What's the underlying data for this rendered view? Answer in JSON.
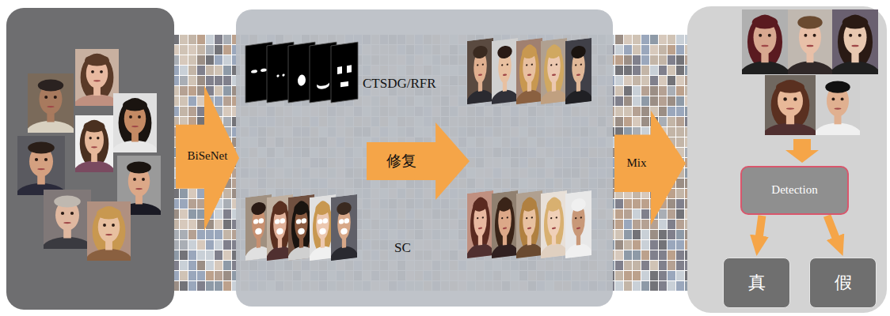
{
  "diagram": {
    "nodes": [
      {
        "text": [
          "BiSeNet"
        ]
      },
      {
        "text": [
          "CTSDG/RFR",
          "SC"
        ]
      },
      {
        "text": [
          "修复"
        ],
        "in": 1
      },
      {
        "text": [
          "Mix"
        ]
      },
      {
        "text": [
          "Detection"
        ]
      },
      {
        "text": [
          "真"
        ]
      },
      {
        "text": [
          "假"
        ]
      }
    ],
    "edges": [
      {
        "from": 4,
        "to": 5,
        "arrow": "to"
      },
      {
        "from": 4,
        "to": 6,
        "arrow": "to"
      }
    ]
  }
}
